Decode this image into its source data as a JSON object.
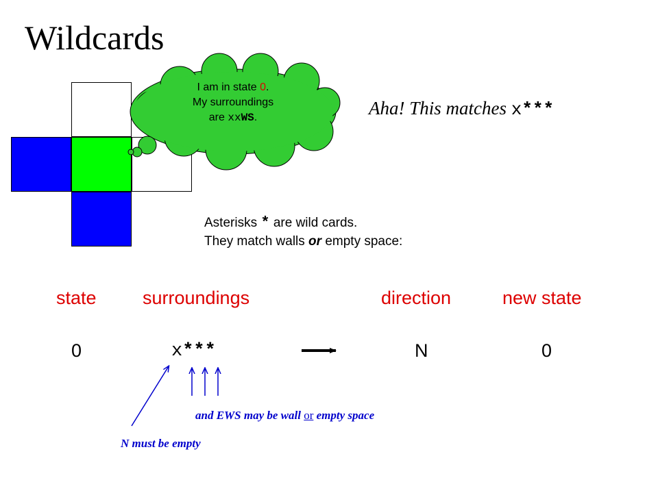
{
  "title": "Wildcards",
  "grid": {
    "colors": {
      "blue": "#0000ff",
      "green": "#00ff00",
      "white": "#ffffff"
    }
  },
  "thought": {
    "line1_pre": "I am in state ",
    "line1_state": "0",
    "line1_post": ".",
    "line2": "My surroundings",
    "line3_pre": "are ",
    "line3_xx": "xx",
    "line3_ws": "WS",
    "line3_post": ".",
    "fill": "#33cc33",
    "state_color": "#dd0000"
  },
  "aha": {
    "text": "Aha! This matches ",
    "x": "x",
    "stars": "***"
  },
  "note": {
    "line1_pre": "Asterisks ",
    "line1_star": "*",
    "line1_post": " are wild cards.",
    "line2_pre": "They match walls ",
    "line2_or": "or",
    "line2_post": " empty space:"
  },
  "headers": {
    "state": "state",
    "surroundings": "surroundings",
    "direction": "direction",
    "new_state": "new state",
    "color": "#dd0000"
  },
  "rule": {
    "state": "0",
    "surr_x": "x",
    "surr_stars": "***",
    "direction": "N",
    "new_state": "0"
  },
  "annotations": {
    "ews_pre": "and EWS may be wall ",
    "ews_or": "or",
    "ews_post": " empty space",
    "n_empty": "N must be empty",
    "color": "#0000cc"
  }
}
